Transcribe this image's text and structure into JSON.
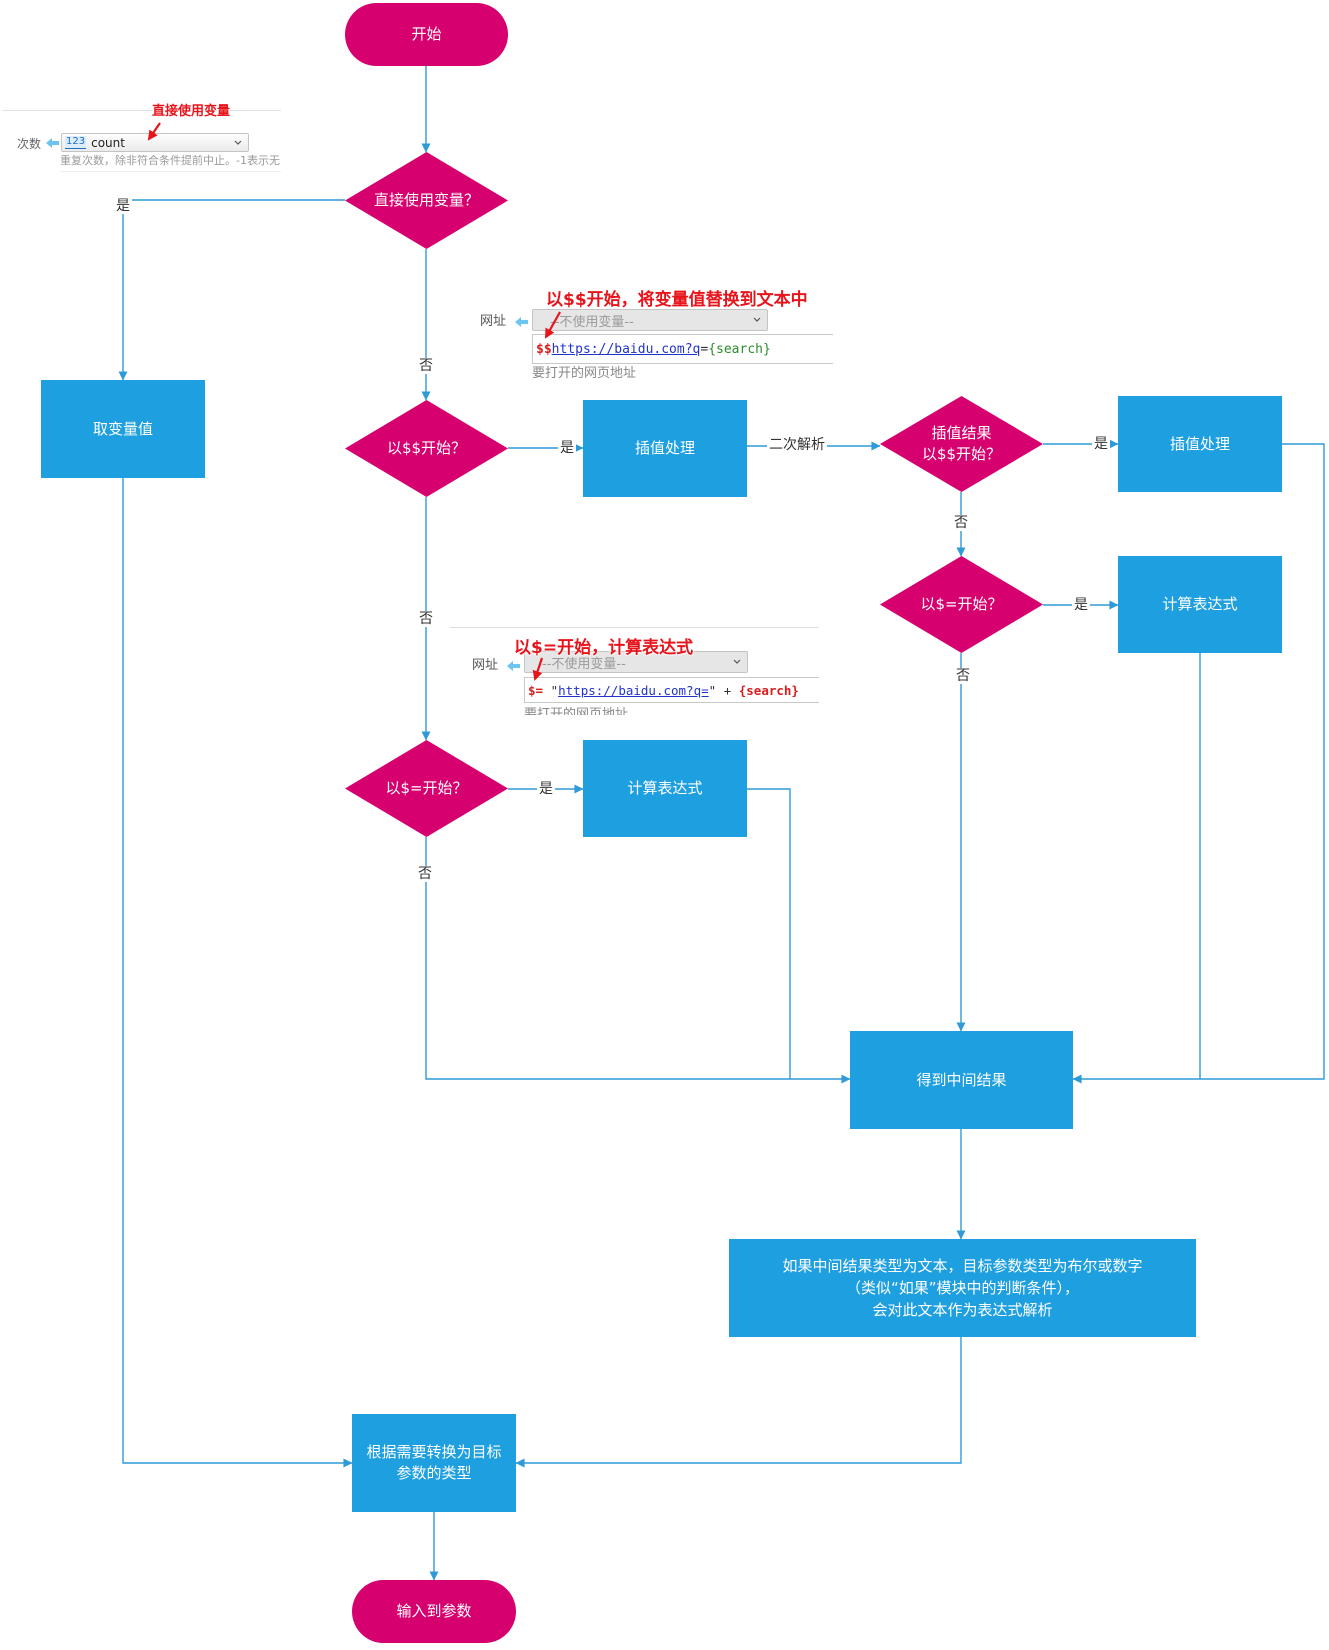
{
  "colors": {
    "terminal_and_decision_fill": "#D6006E",
    "process_fill": "#1E9FE0",
    "connector": "#2F9AD8",
    "annotation": "#E8141B",
    "field_pointer": "#6CC5F0",
    "node_text": "#FFFFFF"
  },
  "icons": {
    "field_pointer": "left-arrow-icon",
    "dropdown": "chevron-down-icon",
    "annotation_pointer": "red-arrow-icon",
    "number_type": "number-type-icon"
  },
  "nodes": {
    "start": "开始",
    "direct_variable_check": "直接使用变量？",
    "get_variable_value": "取变量值",
    "starts_double_dollar_check": "以$$开始？",
    "interpolate_first": "插值处理",
    "result_double_dollar_check": [
      "插值结果",
      "以$$开始？"
    ],
    "interpolate_second": "插值处理",
    "result_dollar_equals_check": "以$=开始？",
    "compute_expression_right": "计算表达式",
    "starts_dollar_equals_check": "以$=开始？",
    "compute_expression_left": "计算表达式",
    "intermediate_result": "得到中间结果",
    "parse_note": [
      "如果中间结果类型为文本，目标参数类型为布尔或数字",
      "（类似“如果”模块中的判断条件），",
      "会对此文本作为表达式解析"
    ],
    "convert_type": [
      "根据需要转换为目标",
      "参数的类型"
    ],
    "end": "输入到参数"
  },
  "edge_labels": {
    "direct_yes": "是",
    "direct_no": "否",
    "double_dollar_yes": "是",
    "secondary_parse": "二次解析",
    "result_double_dollar_yes": "是",
    "result_double_dollar_no": "否",
    "result_dollar_equals_yes": "是",
    "result_dollar_equals_no": "否",
    "double_dollar_no": "否",
    "dollar_equals_yes": "是",
    "dollar_equals_no": "否"
  },
  "insets": {
    "direct_variable": {
      "annotation": "直接使用变量",
      "field_label": "次数",
      "type_badge": "123",
      "selected_value": "count",
      "help_text": "重复次数，除非符合条件提前中止。-1表示无"
    },
    "double_dollar": {
      "annotation": "以$$开始，将变量值替换到文本中",
      "field_label": "网址",
      "selected_value": "--不使用变量--",
      "value_parts": {
        "prefix": "$$",
        "url": "https://baidu.com?q",
        "equals": "=",
        "placeholder": "{search}"
      },
      "help_text": "要打开的网页地址"
    },
    "dollar_equals": {
      "annotation": "以$=开始，计算表达式",
      "field_label": "网址",
      "selected_value": "--不使用变量--",
      "value_parts": {
        "prefix": "$=",
        "open_quote": " \"",
        "url": "https://baidu.com?q=",
        "close_quote_plus": "\" + ",
        "placeholder": "{search}"
      },
      "help_text": "要打开的网页地址"
    }
  }
}
